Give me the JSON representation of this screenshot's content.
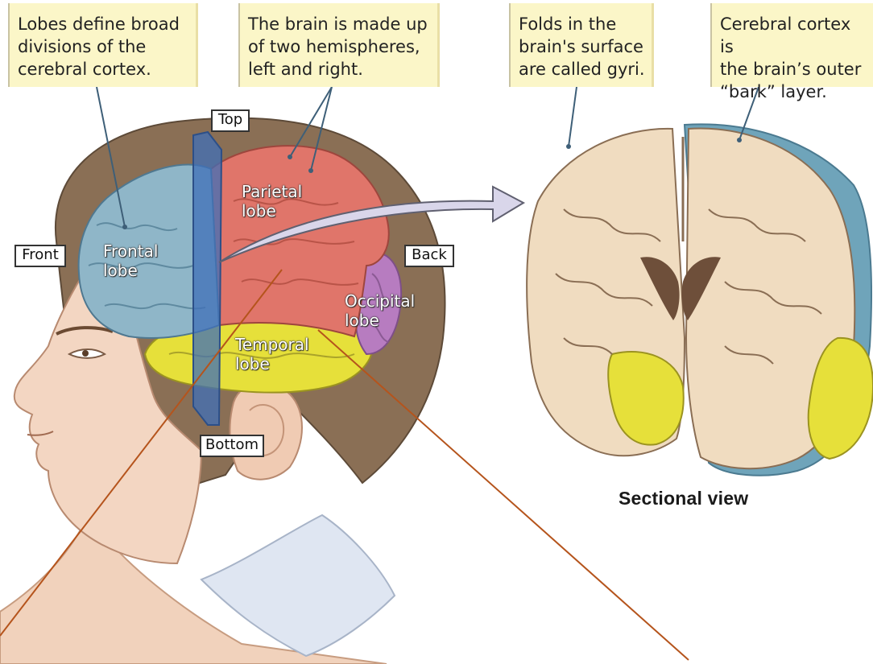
{
  "callouts": {
    "lobes": "Lobes define broad\ndivisions of the\ncerebral cortex.",
    "hemispheres": "The brain is made up\nof two hemispheres,\nleft and right.",
    "gyri": "Folds in the\nbrain's surface\nare called gyri.",
    "cortex": "Cerebral cortex is\nthe brain’s outer\n“bark” layer."
  },
  "orientation": {
    "top": "Top",
    "front": "Front",
    "back": "Back",
    "bottom": "Bottom"
  },
  "lobes": {
    "frontal": "Frontal\nlobe",
    "parietal": "Parietal\nlobe",
    "occipital": "Occipital\nlobe",
    "temporal": "Temporal\nlobe"
  },
  "section_title": "Sectional view",
  "colors": {
    "frontal": "#8fb6c8",
    "parietal": "#e0756a",
    "occipital": "#b77cc0",
    "temporal": "#e6e03a",
    "hair": "#8a6f55",
    "skin": "#f1d2bc",
    "brain_section": "#f0dcc0",
    "callout_bg": "#fbf6c8",
    "annotation_line": "#b5541c"
  }
}
